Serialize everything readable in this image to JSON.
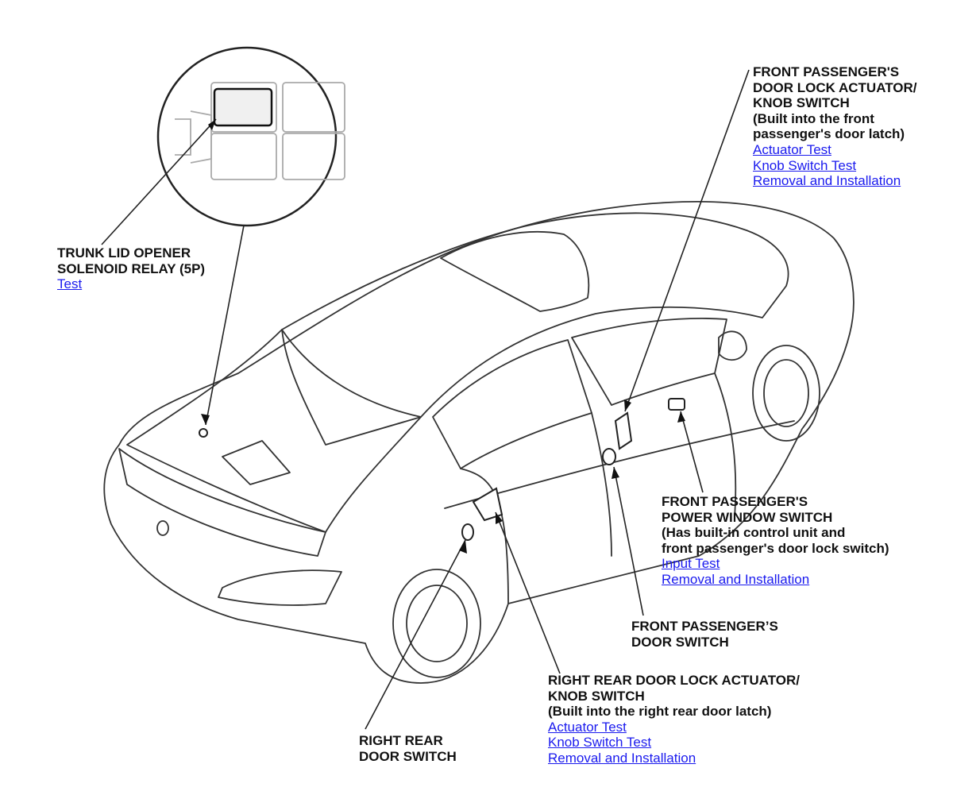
{
  "callouts": {
    "trunk_relay": {
      "lines": [
        "TRUNK LID OPENER",
        "SOLENOID RELAY (5P)"
      ],
      "links": [
        "Test"
      ]
    },
    "fp_lock_actuator": {
      "lines": [
        "FRONT PASSENGER'S",
        "DOOR LOCK ACTUATOR/",
        "KNOB SWITCH",
        "(Built into the front",
        "passenger's door latch)"
      ],
      "links": [
        "Actuator Test",
        "Knob Switch Test",
        "Removal and Installation"
      ]
    },
    "fp_window_switch": {
      "lines": [
        "FRONT PASSENGER'S",
        "POWER WINDOW SWITCH",
        "(Has built-in control unit and",
        "front passenger's door lock switch)"
      ],
      "links": [
        "Input Test",
        "Removal and Installation"
      ]
    },
    "fp_door_switch": {
      "lines": [
        "FRONT PASSENGER’S",
        "DOOR SWITCH"
      ],
      "links": []
    },
    "rr_lock_actuator": {
      "lines": [
        "RIGHT REAR DOOR LOCK ACTUATOR/",
        "KNOB SWITCH",
        "(Built into the right rear door latch)"
      ],
      "links": [
        "Actuator Test",
        "Knob Switch Test",
        "Removal and Installation"
      ]
    },
    "rr_door_switch": {
      "lines": [
        "RIGHT REAR",
        "DOOR SWITCH"
      ],
      "links": []
    }
  },
  "colors": {
    "link": "#1a1aee",
    "line": "#222222",
    "relay_fill": "#f0f0f0"
  }
}
